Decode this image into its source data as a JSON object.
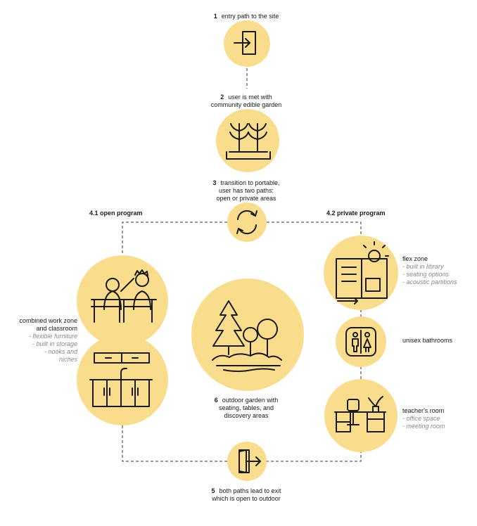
{
  "steps": {
    "s1": {
      "num": "1",
      "text": "entry path to the site"
    },
    "s2": {
      "num": "2",
      "line1": "user is met with",
      "line2": "community edible garden"
    },
    "s3": {
      "num": "3",
      "line1": "transition to portable,",
      "line2": "user has two paths:",
      "line3": "open or private areas"
    },
    "s41": {
      "text": "4.1 open program"
    },
    "s42": {
      "text": "4.2 private program"
    },
    "s5": {
      "num": "5",
      "line1": "both paths lead to exit",
      "line2": "which is open to outdoor"
    },
    "s6": {
      "num": "6",
      "line1": "outdoor garden with",
      "line2": "seating, tables, and",
      "line3": "discovery areas"
    }
  },
  "open_program": {
    "title1": "combined work zone",
    "title2": "and classroom",
    "items": [
      "- flexible furniture",
      "- built in storage",
      "- nooks and",
      "niches"
    ]
  },
  "private_program": {
    "flex": {
      "title": "flex zone",
      "items": [
        "- built in library",
        "- seating options",
        "- acoustic partitions"
      ]
    },
    "bath": {
      "title": "unisex bathrooms"
    },
    "teacher": {
      "title": "teacher's room",
      "items": [
        "- office space",
        "- meeting room"
      ]
    }
  },
  "icons": [
    "entry-door-icon",
    "garden-plants-icon",
    "transition-cycle-icon",
    "students-desk-icon",
    "kitchen-storage-icon",
    "outdoor-trees-icon",
    "open-book-icon",
    "bathroom-icon",
    "teacher-desk-icon",
    "exit-door-icon"
  ],
  "colors": {
    "circle": "#f9dd8c",
    "ink": "#1a1a1a",
    "muted": "#8a8a8a"
  }
}
